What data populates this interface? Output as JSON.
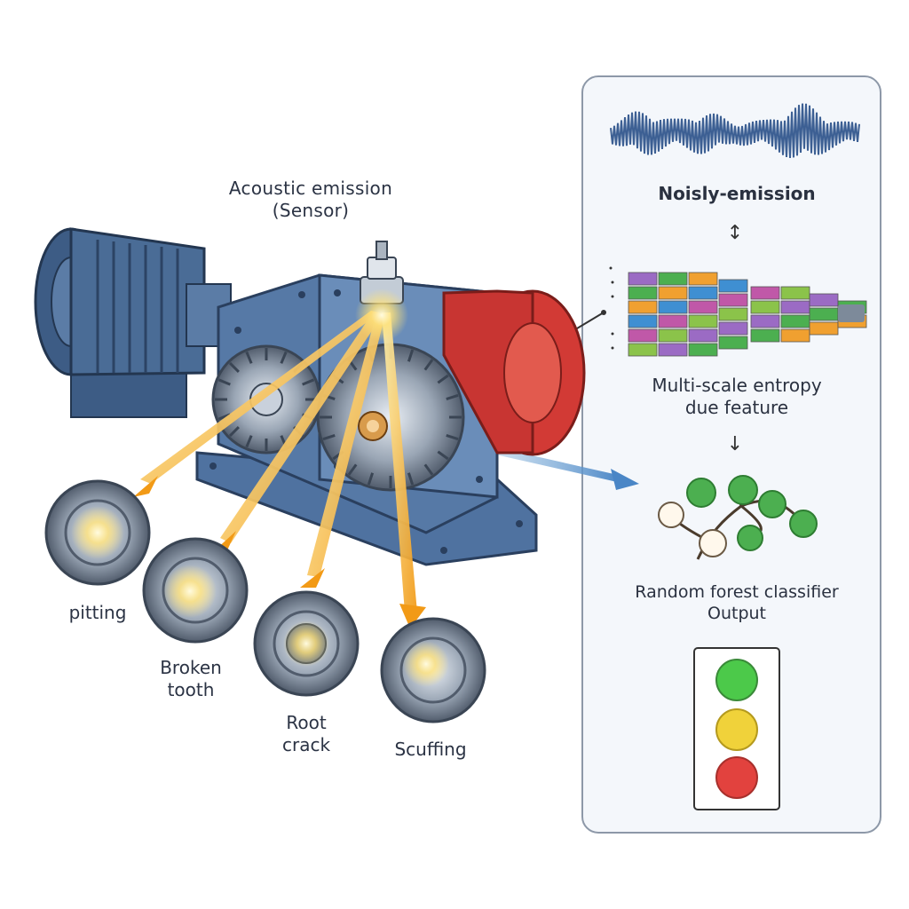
{
  "sensor_label": {
    "line1": "Acoustic emission",
    "line2": "(Sensor)"
  },
  "faults": [
    {
      "label_line1": "pitting",
      "label_line2": ""
    },
    {
      "label_line1": "Broken",
      "label_line2": "tooth"
    },
    {
      "label_line1": "Root",
      "label_line2": "crack"
    },
    {
      "label_line1": "Scuffing",
      "label_line2": ""
    }
  ],
  "panel": {
    "stage1": "Noisly-emission",
    "stage2": {
      "line1": "Multi-scale entropy",
      "line2": "due feature"
    },
    "stage3": {
      "line1": "Random forest classifier",
      "line2": "Output"
    },
    "arrow_glyph": "↕",
    "arrow_down_glyph": "↓"
  },
  "traffic_light": {
    "top": "#4cc94a",
    "middle": "#f0d23a",
    "bottom": "#e2423e"
  },
  "colors": {
    "motor_blue": "#4a6c96",
    "gearbox_blue": "#5679a6",
    "red_housing": "#d23a35",
    "beam_orange": "#f2a81f",
    "panel_bg": "#f4f7fb",
    "waveform": "#3c5f93"
  }
}
